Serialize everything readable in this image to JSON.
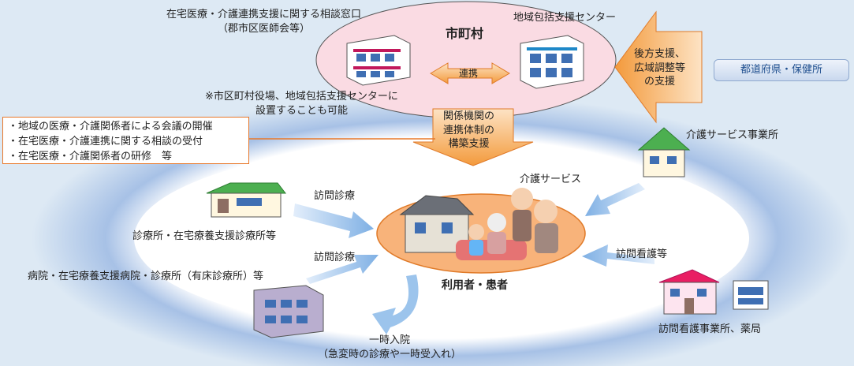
{
  "municipality": {
    "title": "市町村",
    "consult_window": [
      "在宅医療・介護連携支援に関する相談窓口",
      "（郡市区医師会等）"
    ],
    "regional_center": "地域包括支援センター",
    "cooperation": "連携",
    "note": [
      "※市区町村役場、地域包括支援センターに",
      "設置することも可能"
    ]
  },
  "prefecture": {
    "label": "都道府県・保健所",
    "support": [
      "後方支援、",
      "広域調整等",
      "の支援"
    ]
  },
  "activities": [
    "・地域の医療・介護関係者による会議の開催",
    "・在宅医療・介護連携に関する相談の受付",
    "・在宅医療・介護関係者の研修　等"
  ],
  "system_support": [
    "関係機関の",
    "連携体制の",
    "構築支援"
  ],
  "center": {
    "label": "利用者・患者"
  },
  "providers": {
    "care_service_office": "介護サービス事業所",
    "care_service": "介護サービス",
    "visit_nursing": "訪問看護等",
    "nursing_pharmacy": "訪問看護事業所、薬局",
    "home_visit_1": "訪問診療",
    "clinic": "診療所・在宅療養支援診療所等",
    "home_visit_2": "訪問診療",
    "hospital": "病院・在宅療養支援病院・診療所（有床診療所）等",
    "temp_admission": [
      "一時入院",
      "（急変時の診療や一時受入れ）"
    ]
  }
}
